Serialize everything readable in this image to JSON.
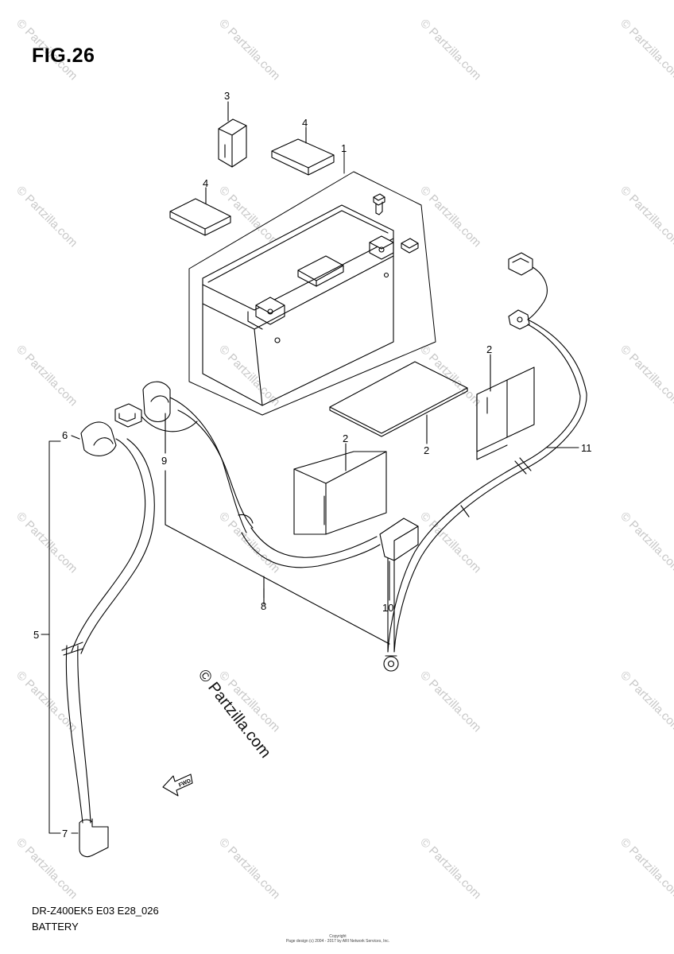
{
  "figure": {
    "title": "FIG.26",
    "model_code": "DR-Z400EK5 E03 E28_026",
    "group_name": "BATTERY"
  },
  "callouts": [
    {
      "id": "c1",
      "label": "1"
    },
    {
      "id": "c2a",
      "label": "2"
    },
    {
      "id": "c2b",
      "label": "2"
    },
    {
      "id": "c2c",
      "label": "2"
    },
    {
      "id": "c3",
      "label": "3"
    },
    {
      "id": "c4a",
      "label": "4"
    },
    {
      "id": "c4b",
      "label": "4"
    },
    {
      "id": "c5",
      "label": "5"
    },
    {
      "id": "c6",
      "label": "6"
    },
    {
      "id": "c7",
      "label": "7"
    },
    {
      "id": "c8",
      "label": "8"
    },
    {
      "id": "c9",
      "label": "9"
    },
    {
      "id": "c10",
      "label": "10"
    },
    {
      "id": "c11",
      "label": "11"
    }
  ],
  "direction_marker": "FWD",
  "watermark": {
    "main": "© Partzilla.com",
    "tile": "© Partzilla.com"
  },
  "fine_print": {
    "line1": "Copyright",
    "line2": "Page design (c) 2004 - 2017 by ARI Network Services, Inc."
  },
  "colors": {
    "line": "#000000",
    "watermark": "#c8c8c8",
    "background": "#ffffff"
  }
}
